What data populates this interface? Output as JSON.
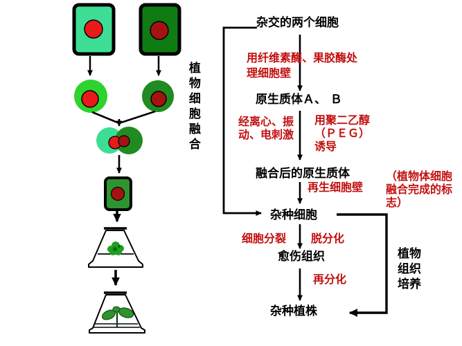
{
  "colors": {
    "red_text": "#c20f0f",
    "cell_a": "#3edd95",
    "cell_b": "#0e7c12",
    "proto_a": "#2fd32f",
    "proto_b": "#208b20",
    "nucleus_a": "#e81a1a",
    "nucleus_b": "#a51212",
    "hybrid": "#2e9430",
    "callus": "#1fa01f",
    "callus_dark": "#116611",
    "leaf": "#2e9430",
    "leaf_dark": "#0b4d0b",
    "line": "#000000"
  },
  "left_diagram": {
    "label_vertical": "植物细胞融合"
  },
  "flow": {
    "two_cells": "杂交的两个细胞",
    "enzyme_lines": [
      "用纤维素酶、果胶酶处",
      "理细胞壁"
    ],
    "protoplasts": "原生质体Ａ、 Ｂ",
    "physical_lines": [
      "经离心、振",
      "动、电刺激"
    ],
    "chemical_lines": [
      "用聚二乙醇",
      "（ＰＥＧ）",
      "诱导"
    ],
    "fused": "融合后的原生质体",
    "regenerate_wall": "再生细胞壁",
    "mark_lines": [
      "（植物体细胞",
      "融合完成的标",
      "志）"
    ],
    "hybrid_cell": "杂种细胞",
    "cell_division": "细胞分裂",
    "dedifferentiation": "脱分化",
    "callus": "愈伤组织",
    "redifferentiation": "再分化",
    "hybrid_plant": "杂种植株",
    "tissue_culture_lines": [
      "植物",
      "组织",
      "培养"
    ]
  }
}
